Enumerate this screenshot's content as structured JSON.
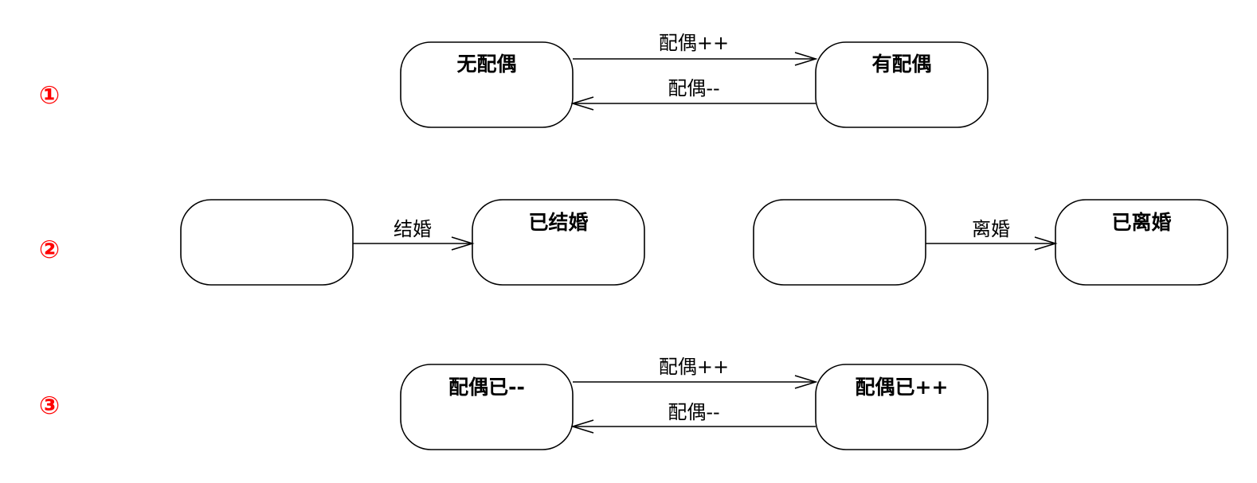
{
  "colors": {
    "marker": "#ff0000",
    "stroke": "#000000",
    "background": "#ffffff"
  },
  "rows": [
    {
      "marker": "①",
      "states": {
        "left": "无配偶",
        "right": "有配偶"
      },
      "transitions": {
        "forward": "配偶++",
        "backward": "配偶--"
      }
    },
    {
      "marker": "②",
      "marriage": {
        "source": "",
        "event": "结婚",
        "target": "已结婚"
      },
      "divorce": {
        "source": "",
        "event": "离婚",
        "target": "已离婚"
      }
    },
    {
      "marker": "③",
      "states": {
        "left": "配偶已--",
        "right": "配偶已++"
      },
      "transitions": {
        "forward": "配偶++",
        "backward": "配偶--"
      }
    }
  ]
}
